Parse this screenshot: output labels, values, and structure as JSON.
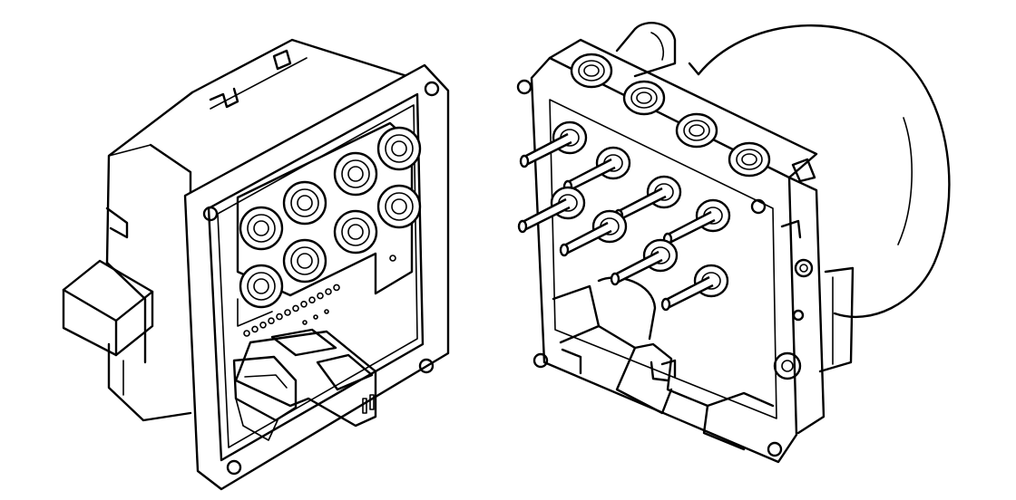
{
  "figure": {
    "background": "#ffffff",
    "line_color": "#000000",
    "style": "technical line drawing"
  },
  "left_unit": {
    "valve_count": 8,
    "flange_bolt_holes": 4
  },
  "right_unit": {
    "top_port_count": 4,
    "pin_count": 8,
    "flange_bolt_holes": 4
  }
}
